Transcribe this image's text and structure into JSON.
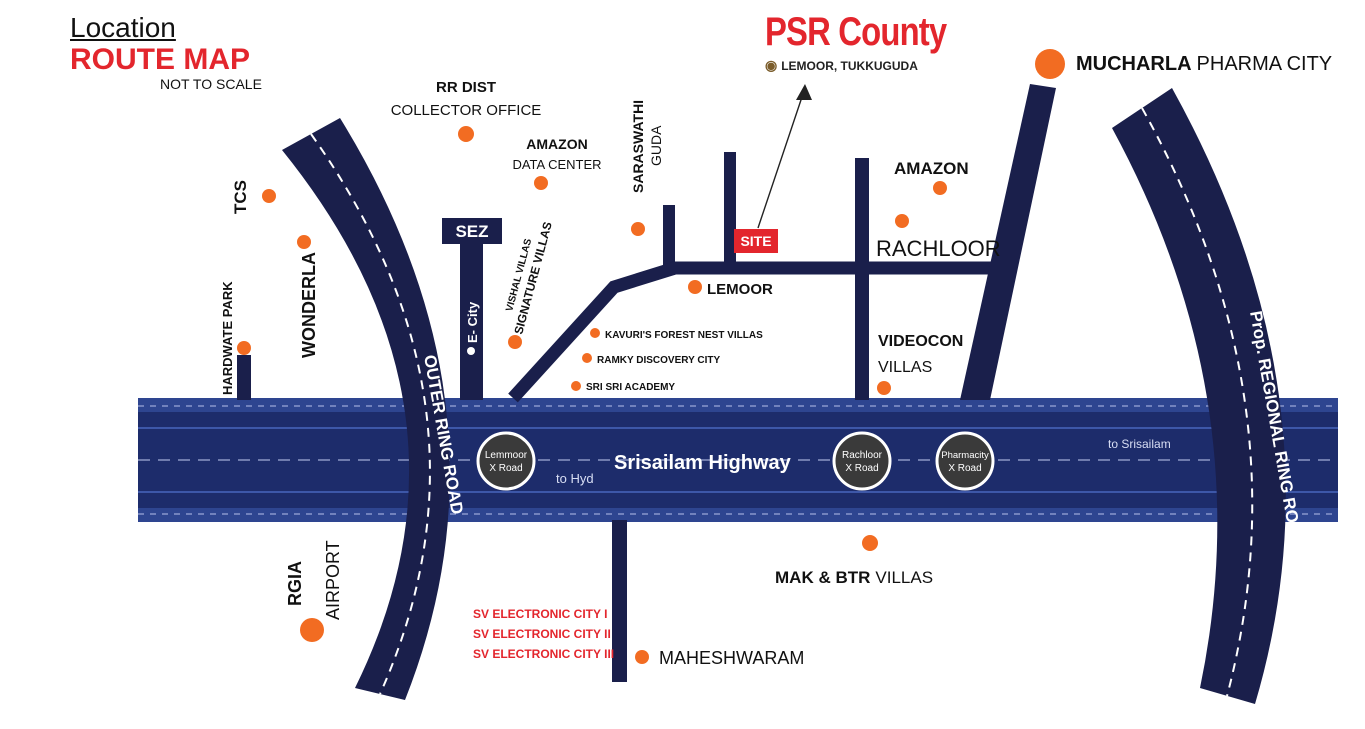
{
  "header": {
    "location_label": "Location",
    "route_map_label": "ROUTE MAP",
    "scale_note": "NOT TO SCALE"
  },
  "project": {
    "name": "PSR County",
    "address": "LEMOOR, TUKKUGUDA",
    "site_label": "SITE"
  },
  "roads": {
    "highway": "Srisailam Highway",
    "to_hyd": "to Hyd",
    "to_srisailam": "to Srisailam",
    "orr": "OUTER RING ROAD",
    "rrr": "Prop. REGIONAL RING ROAD",
    "sez": "SEZ",
    "ecity": "E- City",
    "rachloor_road": "RACHLOOR"
  },
  "junctions": {
    "lemmoor_1": "Lemmoor",
    "lemmoor_2": "X Road",
    "rachloor_1": "Rachloor",
    "rachloor_2": "X Road",
    "pharmacity_1": "Pharmacity",
    "pharmacity_2": "X Road"
  },
  "landmarks": {
    "rr_dist_1": "RR DIST",
    "rr_dist_2": "COLLECTOR OFFICE",
    "amazon_dc_1": "AMAZON",
    "amazon_dc_2": "DATA CENTER",
    "saraswathi_1": "SARASWATHI",
    "saraswathi_2": "GUDA",
    "tcs": "TCS",
    "wonderla": "WONDERLA",
    "hardware_park": "HARDWATE PARK",
    "vishal_villas": "VISHAL VILLAS",
    "signature_villas": "SIGNATURE VILLAS",
    "lemoor": "LEMOOR",
    "kavuri": "KAVURI'S FOREST NEST VILLAS",
    "ramky": "RAMKY DISCOVERY CITY",
    "sri_sri": "SRI SRI ACADEMY",
    "amazon": "AMAZON",
    "videocon_1": "VIDEOCON",
    "videocon_2": "VILLAS",
    "mucharla_1": "MUCHARLA",
    "mucharla_2": "PHARMA CITY",
    "mak_btr_1": "MAK & BTR",
    "mak_btr_2": "VILLAS",
    "rgia_1": "RGIA",
    "rgia_2": "AIRPORT",
    "sv_1": "SV ELECTRONIC CITY I",
    "sv_2": "SV ELECTRONIC CITY II",
    "sv_3": "SV ELECTRONIC CITY III",
    "maheshwaram": "MAHESHWARAM"
  },
  "colors": {
    "road": "#1a1f4b",
    "highway": "#1d2c6b",
    "highway_edge": "#2e4590",
    "marker": "#f26c22",
    "accent": "#e3262d"
  }
}
